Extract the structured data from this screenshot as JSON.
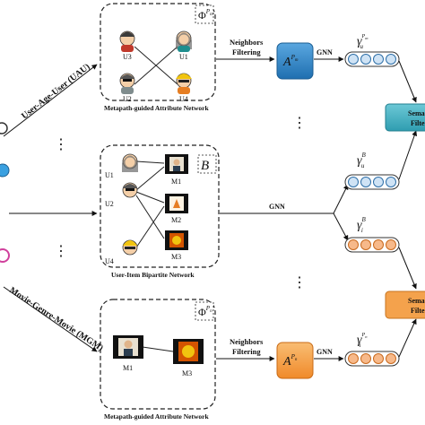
{
  "panels": {
    "uau": {
      "phi_base": "Φ",
      "phi_sup": "P",
      "phi_sup_sub": "m",
      "users": [
        "U3",
        "U1",
        "U2",
        "U4"
      ],
      "caption": "Metapath-guided Attribute Network"
    },
    "bipartite": {
      "tag": "B",
      "users": [
        "U1",
        "U2",
        "U4"
      ],
      "movies": [
        "M1",
        "M2",
        "M3"
      ],
      "caption": "User-Item Bipartite Network"
    },
    "mgm": {
      "phi_base": "Φ",
      "phi_sup": "P",
      "phi_sup_sub": "n",
      "movies": [
        "M1",
        "M3"
      ],
      "caption": "Metapath-guided Attribute Network"
    }
  },
  "left": {
    "path_top": "User-Age-User (UAU)",
    "path_bottom": "Movie-Genre-Movie (MGM)",
    "ellipsis_top": "⋮",
    "ellipsis_bottom": "⋮"
  },
  "steps": {
    "filter_top_line1": "Neighbors",
    "filter_top_line2": "Filtering",
    "filter_bottom_line1": "Neighbors",
    "filter_bottom_line2": "Filtering",
    "gnn_top": "GNN",
    "gnn_mid": "GNN",
    "gnn_bottom": "GNN",
    "ellipsis_mid1": "⋮",
    "ellipsis_mid2": "⋮"
  },
  "adjacency": {
    "top_base": "A",
    "top_sup": "P",
    "top_sup_sub": "m",
    "bottom_base": "A",
    "bottom_sup": "P",
    "bottom_sup_sub": "n"
  },
  "embeddings": {
    "gamma": "γ",
    "e1_sub": "u",
    "e1_sup": "P",
    "e1_sup_sub": "m",
    "e2_sub": "u",
    "e2_sup": "B",
    "e3_sub": "i",
    "e3_sup": "B",
    "e4_sub": "i",
    "e4_sup": "P",
    "e4_sup_sub": "n"
  },
  "semantic": {
    "top_line1": "Sema",
    "top_line2": "Filte",
    "bottom_line1": "Sema",
    "bottom_line2": "Filte"
  },
  "colors": {
    "blue_fill": "#2e86c8",
    "blue_cell": "#cfe3f5",
    "orange_fill": "#f5a14b",
    "orange_cell": "#f7b98a",
    "teal": "#45b2c4",
    "sem_orange": "#f4a24c"
  }
}
